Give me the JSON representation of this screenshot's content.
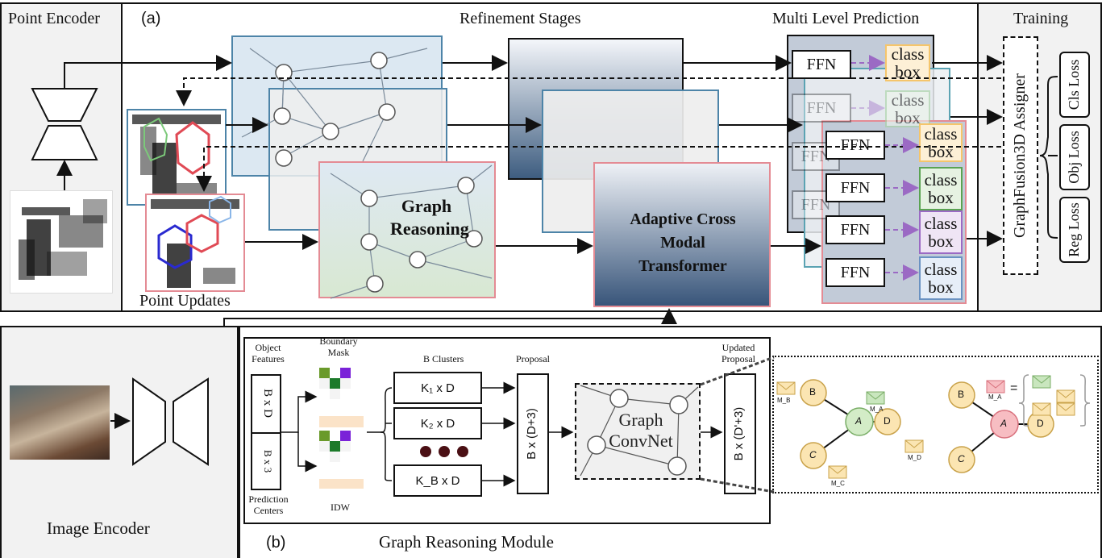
{
  "top": {
    "point_encoder": "Point Encoder",
    "panel_a": "(a)",
    "refinement": "Refinement Stages",
    "multi_level": "Multi Level Prediction",
    "training": "Training",
    "point_updates": "Point Updates",
    "graph_reasoning": "Graph\nReasoning",
    "acmt": "Adaptive Cross\nModal\nTransformer",
    "assigner": "GraphFusion3D Assigner",
    "losses": [
      "Cls Loss",
      "Obj Loss",
      "Reg Loss"
    ],
    "ffn": "FFN",
    "class": "class",
    "box": "box"
  },
  "bottom": {
    "image_encoder": "Image Encoder",
    "panel_b": "(b)",
    "module_title": "Graph Reasoning Module",
    "object_features": "Object\nFeatures",
    "boundary_mask": "Boundary\nMask",
    "b_clusters": "B Clusters",
    "proposal": "Proposal",
    "updated_proposal": "Updated\nProposal",
    "bxd": "B x D",
    "bx3": "B x 3",
    "prediction_centers": "Prediction\nCenters",
    "idw": "IDW",
    "k1": "K₁ x D",
    "k2": "K₂ x D",
    "kb": "K_B x D",
    "bxd3": "B x (D+3)",
    "bxd3p": "B x (D'+3)",
    "graph_convnet": "Graph\nConvNet",
    "nodes": [
      "A",
      "B",
      "C",
      "D"
    ],
    "messages": [
      "M_B",
      "M_A",
      "M_D",
      "M_C"
    ],
    "eq": "="
  },
  "colors": {
    "yellow": "#f5c56b",
    "green": "#5aa352",
    "purple": "#9b6ac4",
    "blue": "#6a92c2",
    "stage_blue": "#4d84a8",
    "stage_red": "#e48b94"
  }
}
